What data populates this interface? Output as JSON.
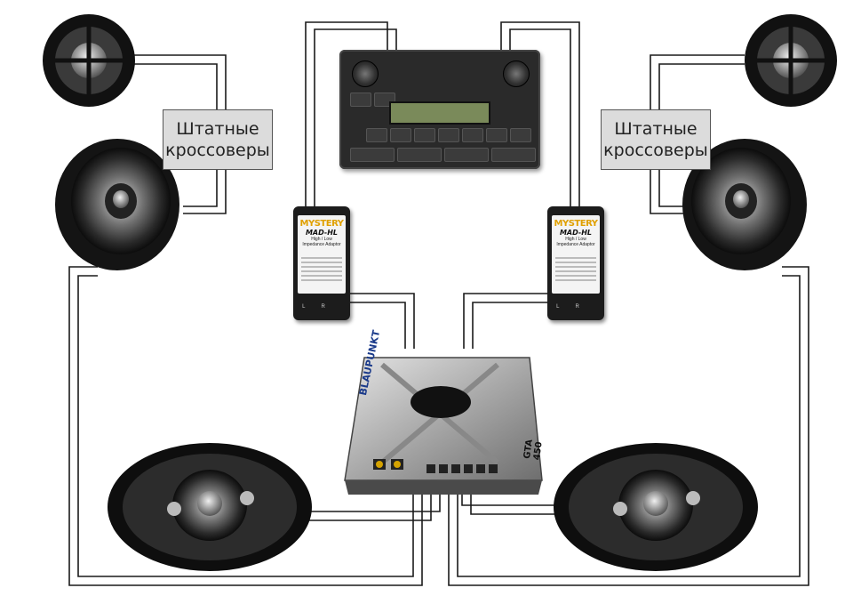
{
  "labels": {
    "crossover_left": {
      "line1": "Штатные",
      "line2": "кроссоверы"
    },
    "crossover_right": {
      "line1": "Штатные",
      "line2": "кроссоверы"
    }
  },
  "adapters": {
    "brand": "MYSTERY",
    "model": "MAD-HL",
    "subtitle_1": "High / Low",
    "subtitle_2": "Impedance Adaptor",
    "left_port": "L",
    "right_port": "R"
  },
  "amplifier": {
    "brand": "BLAUPUNKT",
    "model": "GTA 450"
  },
  "colors": {
    "wire": "#1a1a1a",
    "label_bg": "#dcdcdc",
    "speaker_dark": "#151515",
    "amp_body": "#b8b8b8",
    "adapter_accent": "#e0a000"
  }
}
